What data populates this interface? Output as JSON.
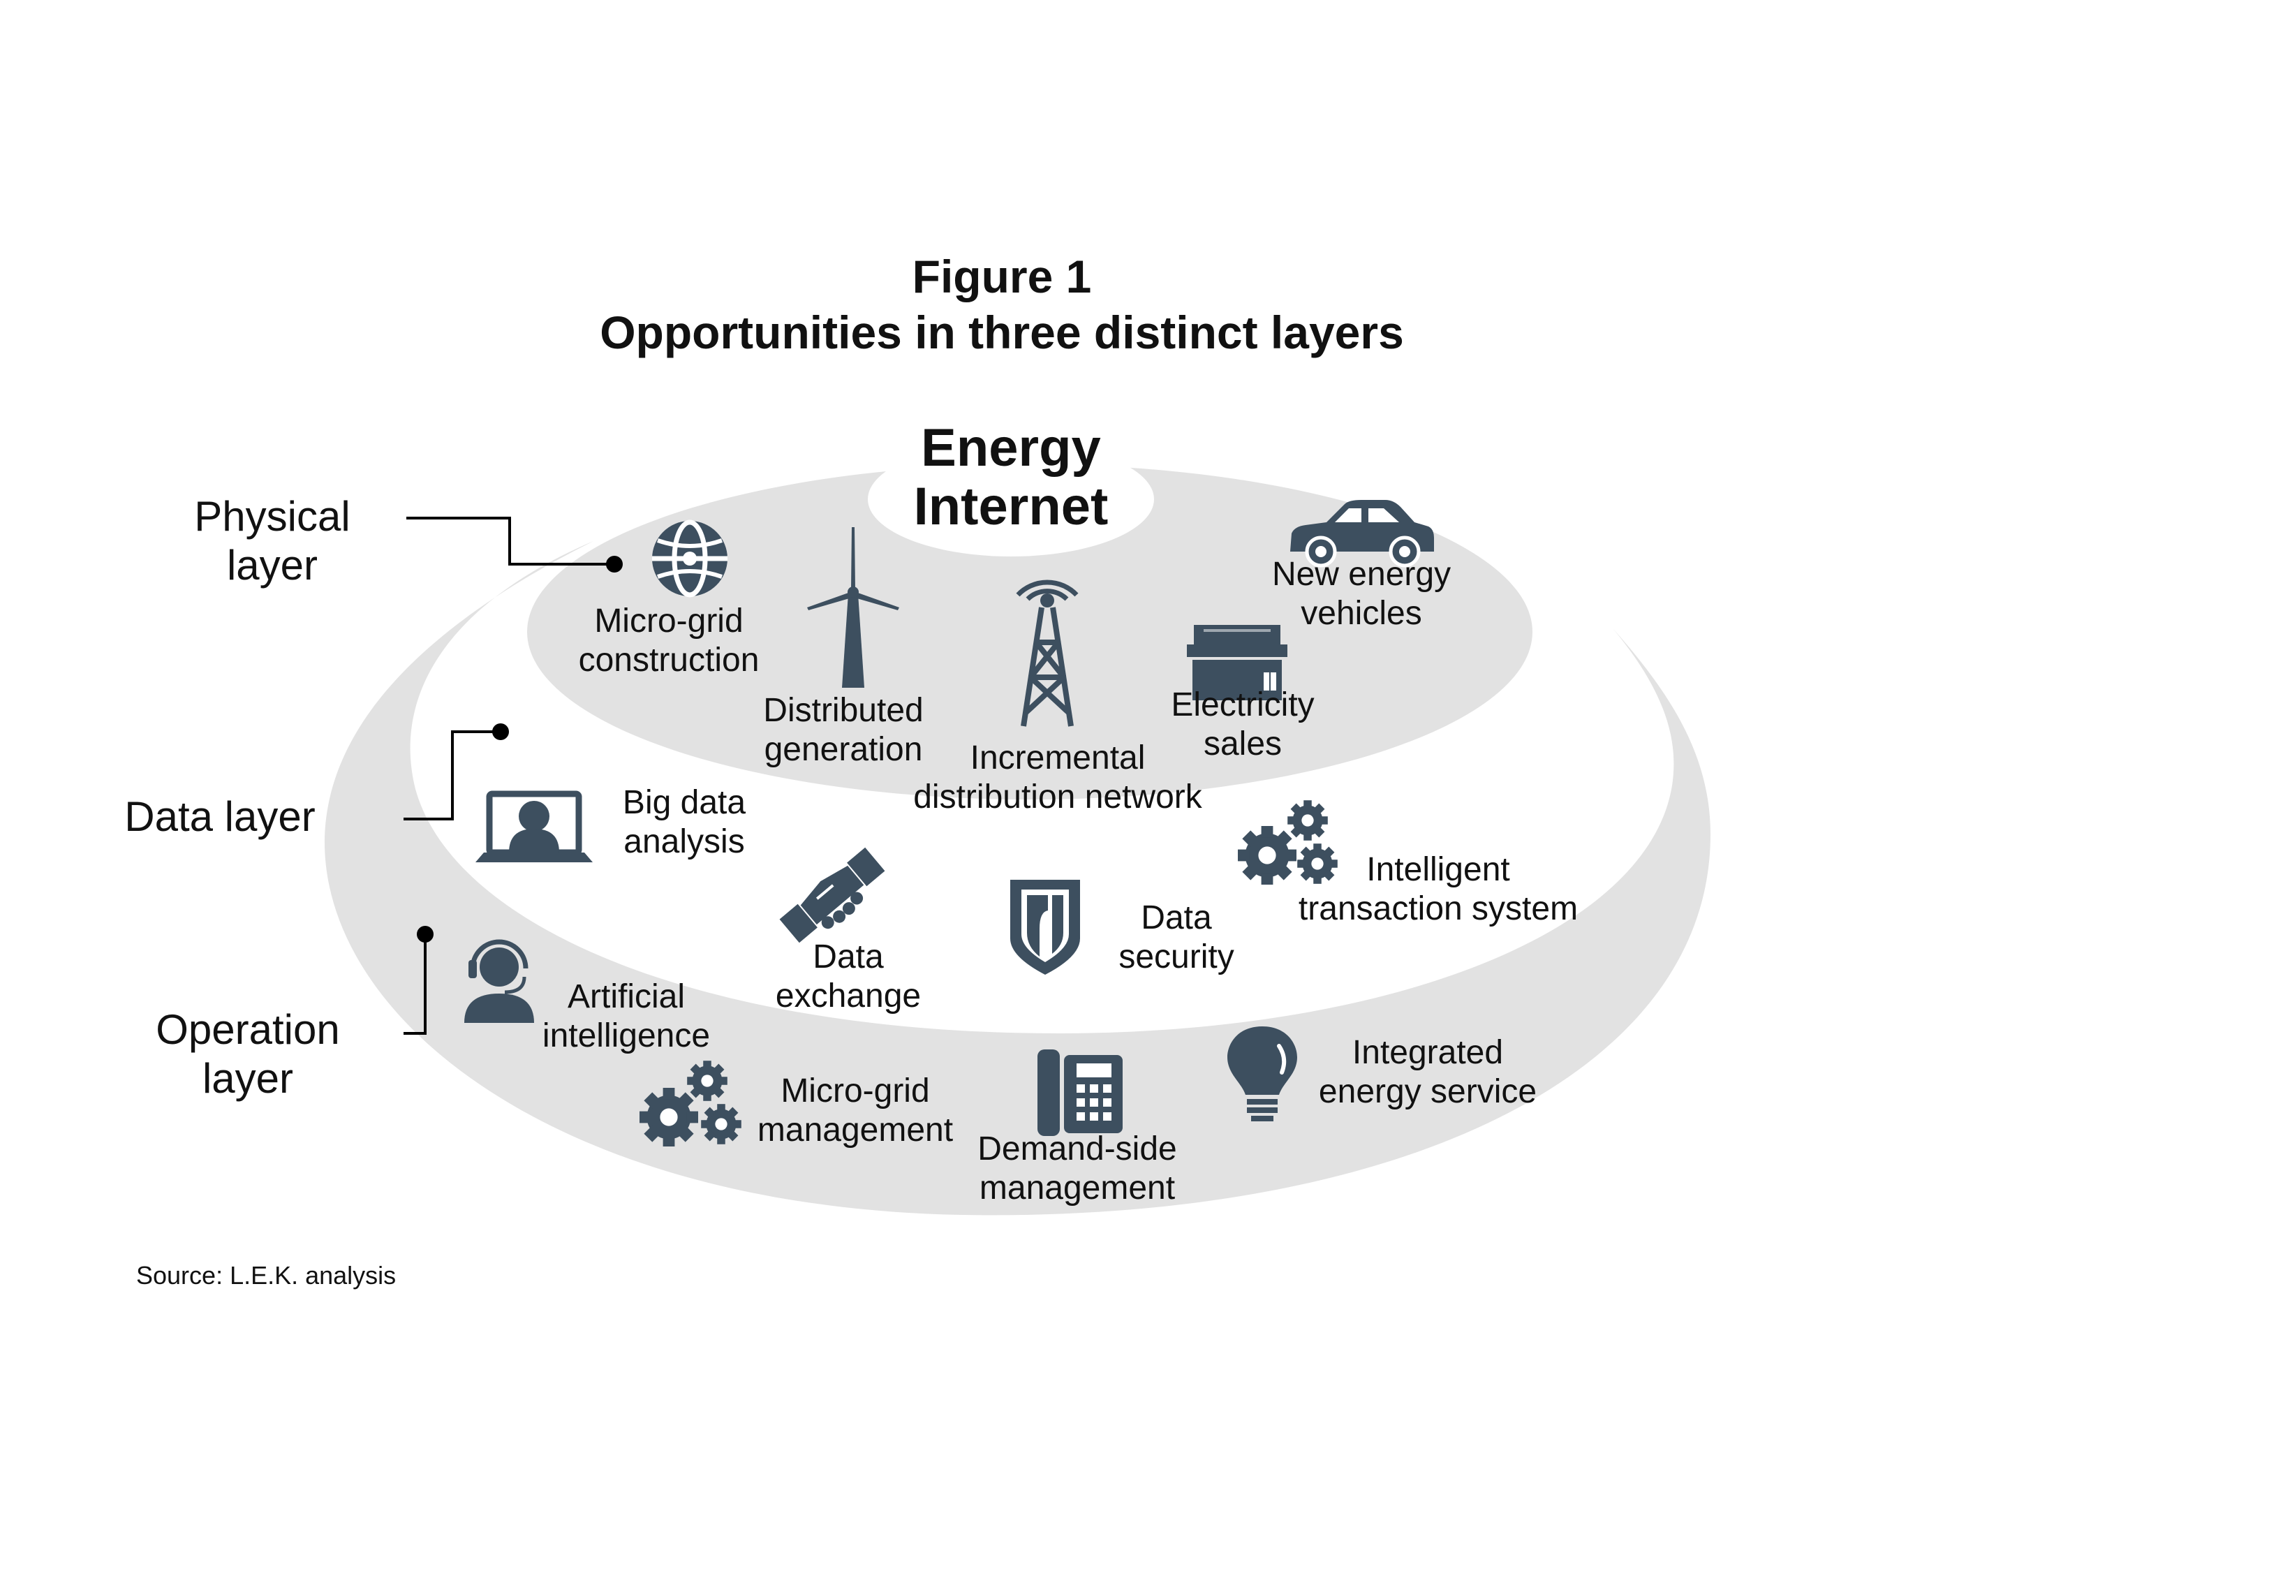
{
  "figure": {
    "number": "Figure 1",
    "title": "Opportunities in three distinct layers"
  },
  "core": {
    "line1": "Energy",
    "line2": "Internet"
  },
  "layers": {
    "physical": {
      "line1": "Physical",
      "line2": "layer"
    },
    "data": {
      "line1": "Data layer"
    },
    "operation": {
      "line1": "Operation",
      "line2": "layer"
    }
  },
  "items": {
    "microgrid_construction": {
      "line1": "Micro-grid",
      "line2": "construction",
      "icon": "globe-icon"
    },
    "distributed_generation": {
      "line1": "Distributed",
      "line2": "generation",
      "icon": "wind-turbine-icon"
    },
    "incremental_distribution": {
      "line1": "Incremental",
      "line2": "distribution network",
      "icon": "transmission-tower-icon"
    },
    "electricity_sales": {
      "line1": "Electricity",
      "line2": "sales",
      "icon": "store-icon"
    },
    "new_energy_vehicles": {
      "line1": "New energy",
      "line2": "vehicles",
      "icon": "car-icon"
    },
    "big_data_analysis": {
      "line1": "Big data",
      "line2": "analysis",
      "icon": "laptop-user-icon"
    },
    "data_exchange": {
      "line1": "Data",
      "line2": "exchange",
      "icon": "handshake-icon"
    },
    "data_security": {
      "line1": "Data",
      "line2": "security",
      "icon": "shield-icon"
    },
    "intelligent_transaction": {
      "line1": "Intelligent",
      "line2": "transaction system",
      "icon": "gears-icon"
    },
    "artificial_intelligence": {
      "line1": "Artificial",
      "line2": "intelligence",
      "icon": "headset-user-icon"
    },
    "microgrid_management": {
      "line1": "Micro-grid",
      "line2": "management",
      "icon": "gears-icon"
    },
    "demand_side": {
      "line1": "Demand-side",
      "line2": "management",
      "icon": "telephone-icon"
    },
    "integrated_energy": {
      "line1": "Integrated",
      "line2": "energy service",
      "icon": "lightbulb-icon"
    }
  },
  "source": "Source: L.E.K. analysis",
  "colors": {
    "ring": "#e2e2e2",
    "icon": "#3d4f5f",
    "connector": "#000000"
  }
}
